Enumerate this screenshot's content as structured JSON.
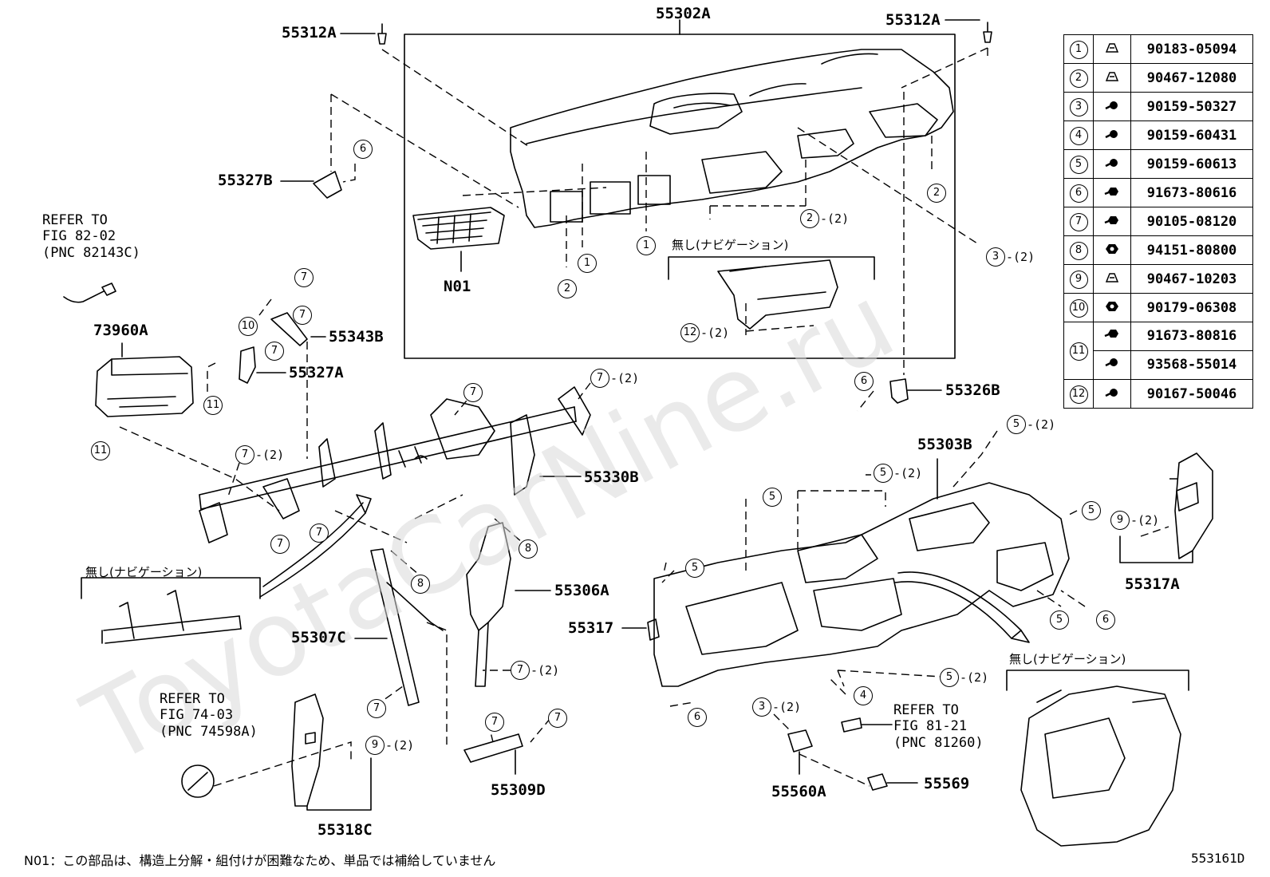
{
  "watermark": "ToyotaCarNine.ru",
  "parts_table": [
    {
      "ref": "1",
      "part": "90183-05094",
      "icon": "clip-icon"
    },
    {
      "ref": "2",
      "part": "90467-12080",
      "icon": "clip-icon"
    },
    {
      "ref": "3",
      "part": "90159-50327",
      "icon": "screw-icon"
    },
    {
      "ref": "4",
      "part": "90159-60431",
      "icon": "screw-icon"
    },
    {
      "ref": "5",
      "part": "90159-60613",
      "icon": "screw-icon"
    },
    {
      "ref": "6",
      "part": "91673-80616",
      "icon": "bolt-icon"
    },
    {
      "ref": "7",
      "part": "90105-08120",
      "icon": "bolt-icon"
    },
    {
      "ref": "8",
      "part": "94151-80800",
      "icon": "nut-icon"
    },
    {
      "ref": "9",
      "part": "90467-10203",
      "icon": "clip-icon"
    },
    {
      "ref": "10",
      "part": "90179-06308",
      "icon": "nut-icon"
    },
    {
      "ref": "11",
      "part": "91673-80816",
      "icon": "bolt-icon",
      "part2": "93568-55014"
    },
    {
      "ref": "12",
      "part": "90167-50046",
      "icon": "screw-icon"
    }
  ],
  "labels": {
    "p55302A": "55302A",
    "p55312A_l": "55312A",
    "p55312A_r": "55312A",
    "p55327B": "55327B",
    "pN01": "N01",
    "p73960A": "73960A",
    "p55343B": "55343B",
    "p55327A": "55327A",
    "p55326B": "55326B",
    "p55330B": "55330B",
    "p55303B": "55303B",
    "p55317A": "55317A",
    "p55306A": "55306A",
    "p55307C": "55307C",
    "p55317": "55317",
    "p55309D": "55309D",
    "p55318C": "55318C",
    "p55560A": "55560A",
    "p55569": "55569"
  },
  "refer_notes": {
    "r1": [
      "REFER TO",
      "FIG 82-02",
      "(PNC 82143C)"
    ],
    "r2": [
      "REFER TO",
      "FIG 74-03",
      "(PNC 74598A)"
    ],
    "r3": [
      "REFER TO",
      "FIG 81-21",
      "(PNC 81260)"
    ]
  },
  "nashi_navi": "無し(ナビゲーション)",
  "qty2": "-(2)",
  "callouts": {
    "c1a": "1",
    "c1b": "1",
    "c2a": "2",
    "c2b": "2",
    "c2c": "2",
    "c3a": "3",
    "c3b": "3",
    "c4": "4",
    "c5a": "5",
    "c5b": "5",
    "c5c": "5",
    "c5d": "5",
    "c5e": "5",
    "c5f": "5",
    "c5g": "5",
    "c6a": "6",
    "c6b": "6",
    "c6c": "6",
    "c6d": "6",
    "c7a": "7",
    "c7b": "7",
    "c7c": "7",
    "c7d": "7",
    "c7e": "7",
    "c7f": "7",
    "c7g": "7",
    "c7h": "7",
    "c7i": "7",
    "c7j": "7",
    "c7k": "7",
    "c7l": "7",
    "c8a": "8",
    "c8b": "8",
    "c9a": "9",
    "c9b": "9",
    "c10": "10",
    "c11a": "11",
    "c11b": "11",
    "c12": "12"
  },
  "footnote": "N01：この部品は、構造上分解・組付けが困難なため、単品では補給していません",
  "figure_code": "553161D"
}
